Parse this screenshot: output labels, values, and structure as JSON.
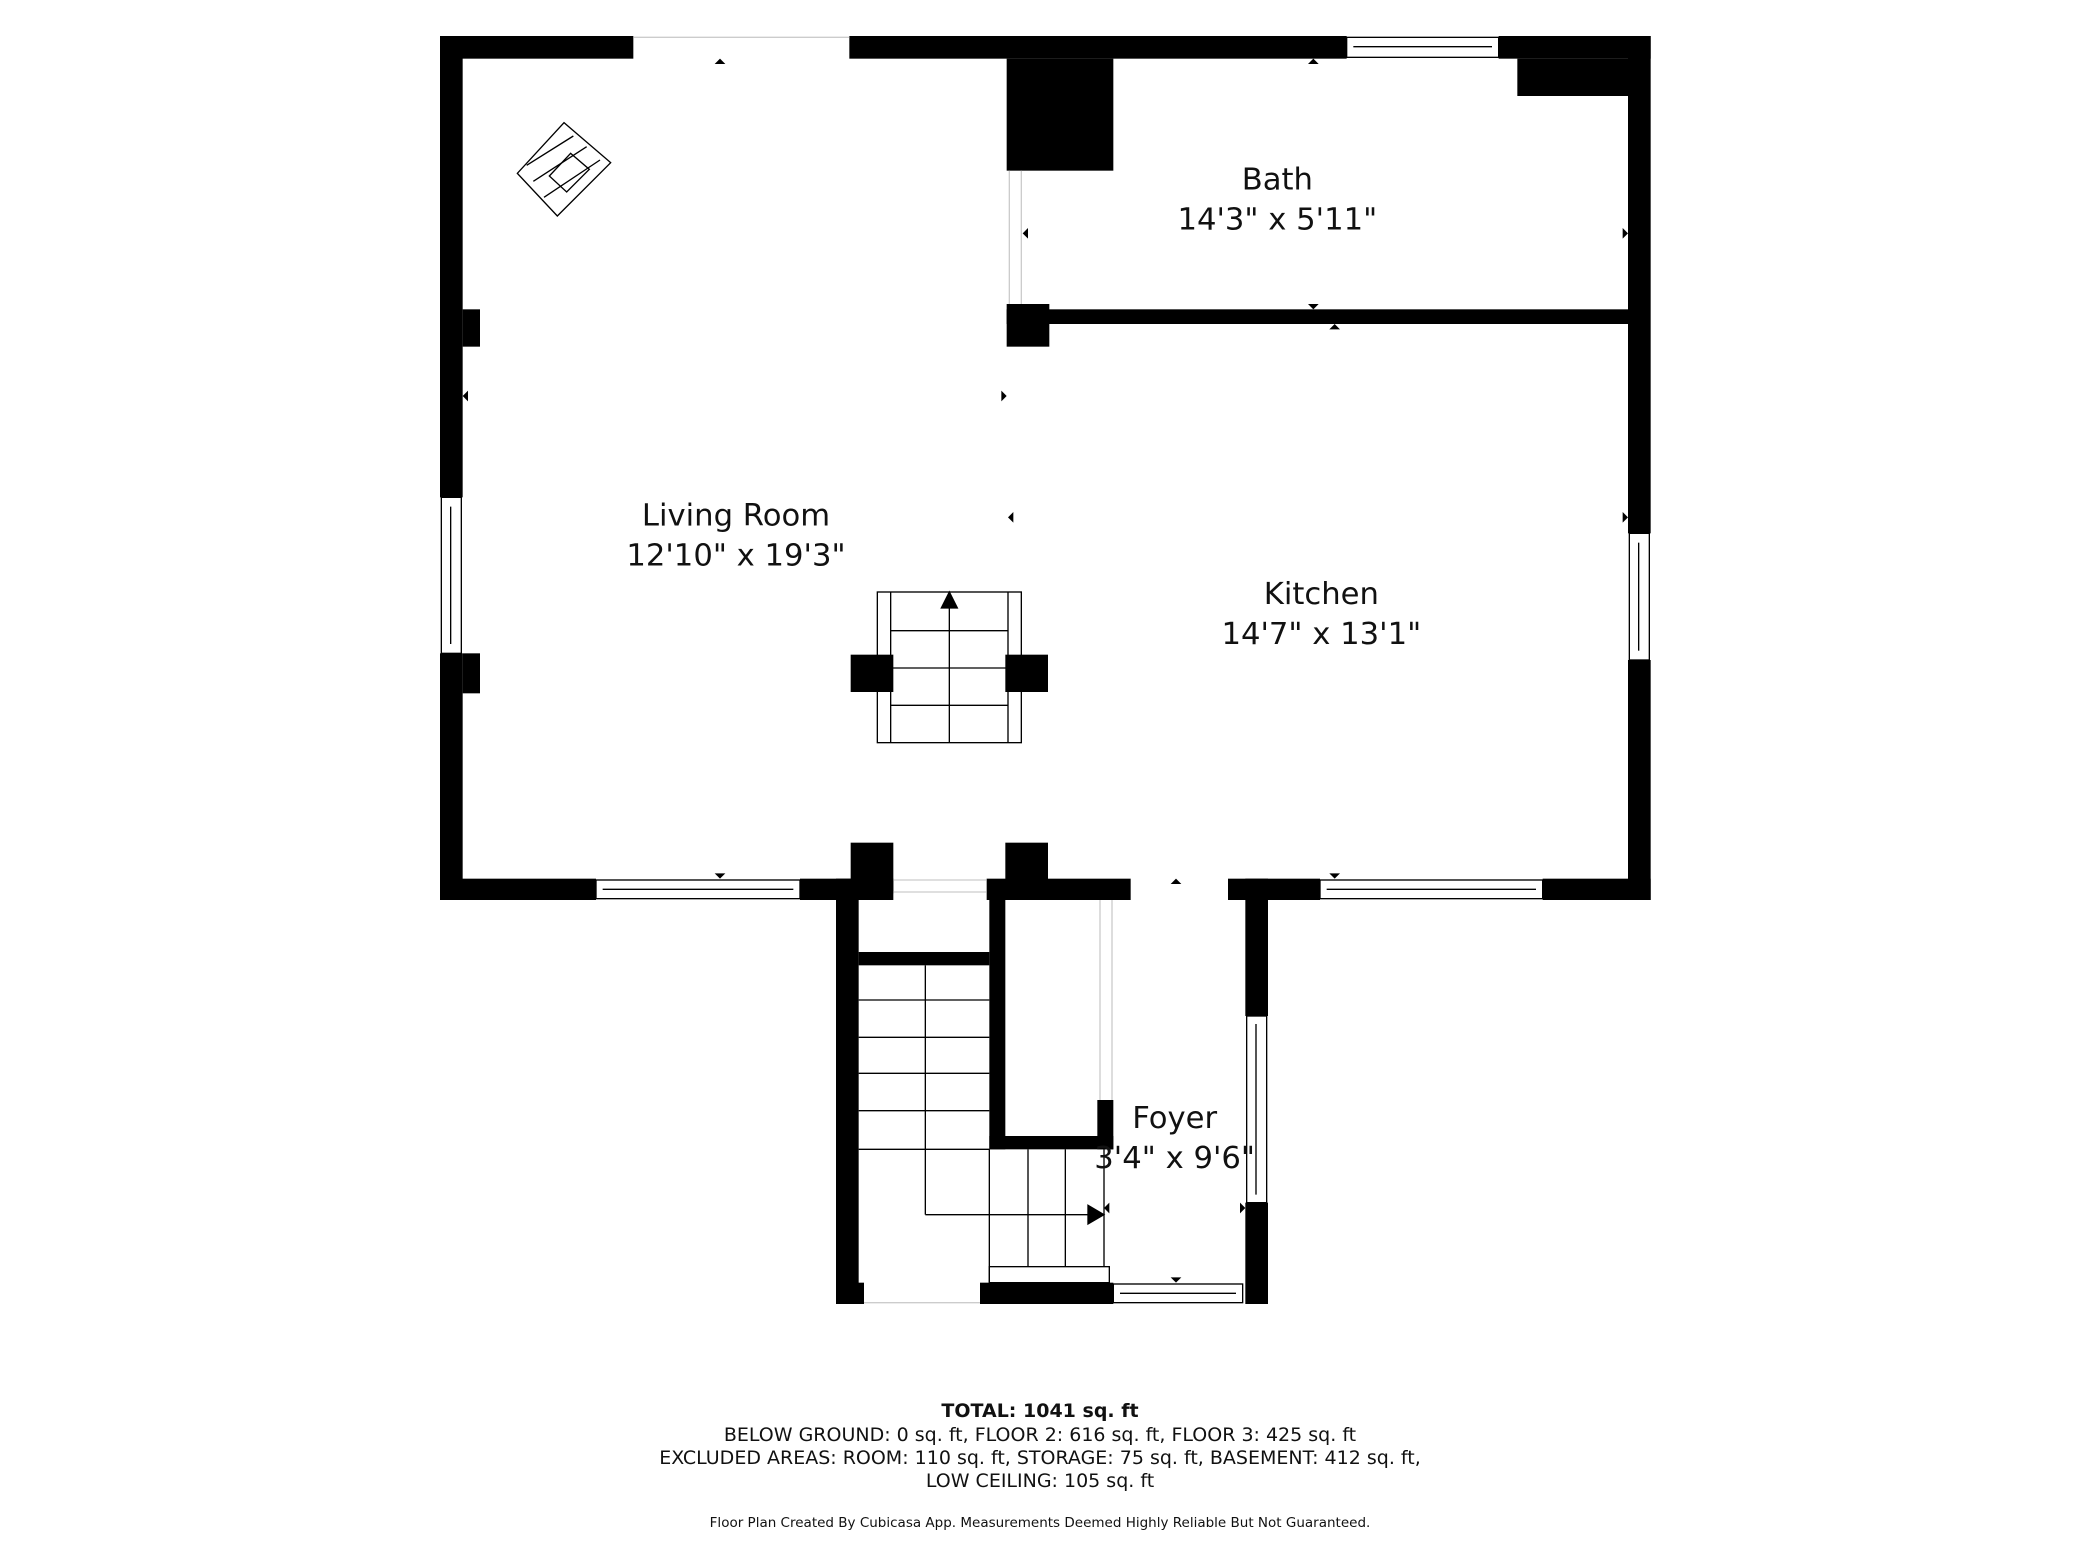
{
  "rooms": [
    {
      "name": "Living Room",
      "dims": "12'10\" x 19'3\""
    },
    {
      "name": "Bath",
      "dims": "14'3\" x 5'11\""
    },
    {
      "name": "Kitchen",
      "dims": "14'7\" x 13'1\""
    },
    {
      "name": "Foyer",
      "dims": "3'4\" x 9'6\""
    }
  ],
  "footer": {
    "total": "TOTAL: 1041 sq. ft",
    "line1": "BELOW GROUND: 0 sq. ft, FLOOR 2: 616 sq. ft, FLOOR 3: 425 sq. ft",
    "line2": "EXCLUDED AREAS: ROOM: 110 sq. ft, STORAGE: 75 sq. ft, BASEMENT: 412 sq. ft,",
    "line3": "LOW CEILING: 105 sq. ft",
    "credit": "Floor Plan Created By Cubicasa App. Measurements Deemed Highly Reliable But Not Guaranteed."
  },
  "colors": {
    "wall": "#000000",
    "background": "#ffffff"
  }
}
